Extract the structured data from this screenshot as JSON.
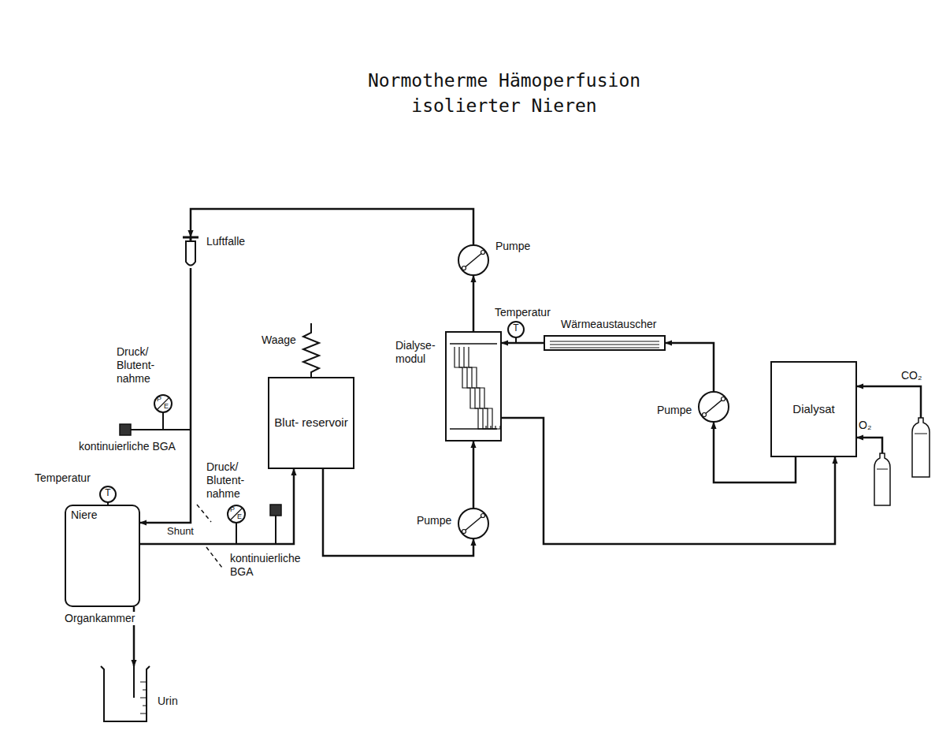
{
  "diagram": {
    "title": "Normotherme Hämoperfusion isolierter Nieren",
    "nodes": [
      {
        "text": [
          "Niere",
          "Organkammer"
        ]
      },
      {
        "text": [
          "Urin"
        ]
      },
      {
        "text": [
          "Luftfalle"
        ]
      },
      {
        "text": [
          "Blut- reservoir"
        ]
      },
      {
        "text": [
          "Dialyse- modul"
        ]
      },
      {
        "text": [
          "Pumpe"
        ]
      },
      {
        "text": [
          "Pumpe"
        ]
      },
      {
        "text": [
          "Wärmeaustauscher"
        ]
      },
      {
        "text": [
          "Pumpe"
        ]
      },
      {
        "text": [
          "Dialysat"
        ]
      },
      {
        "text": [
          "O₂"
        ]
      },
      {
        "text": [
          "CO₂"
        ]
      }
    ],
    "edges": [
      {
        "from": 0,
        "to": 3,
        "arrow": "to"
      },
      {
        "from": 3,
        "to": 6,
        "arrow": "to"
      },
      {
        "from": 6,
        "to": 4,
        "arrow": "to"
      },
      {
        "from": 4,
        "to": 5,
        "arrow": "to"
      },
      {
        "from": 5,
        "to": 2,
        "arrow": "to"
      },
      {
        "from": 2,
        "to": 0,
        "arrow": "to"
      },
      {
        "from": 9,
        "to": 8,
        "arrow": "to"
      },
      {
        "from": 8,
        "to": 7,
        "arrow": "to"
      },
      {
        "from": 7,
        "to": 4,
        "arrow": "to"
      },
      {
        "from": 4,
        "to": 9,
        "arrow": "to"
      },
      {
        "from": 10,
        "to": 9,
        "arrow": "to"
      },
      {
        "from": 11,
        "to": 9,
        "arrow": "to"
      },
      {
        "from": 0,
        "to": 1,
        "arrow": "to"
      }
    ],
    "labels": [
      "Temperatur",
      "T",
      "Druck/ Blutent- nahme",
      "P",
      "E",
      "kontinuierliche BGA",
      "Shunt",
      "Druck/ Blutent- nahme",
      "P",
      "E",
      "kontinuierliche BGA",
      "Waage",
      "Temperatur",
      "T"
    ]
  }
}
